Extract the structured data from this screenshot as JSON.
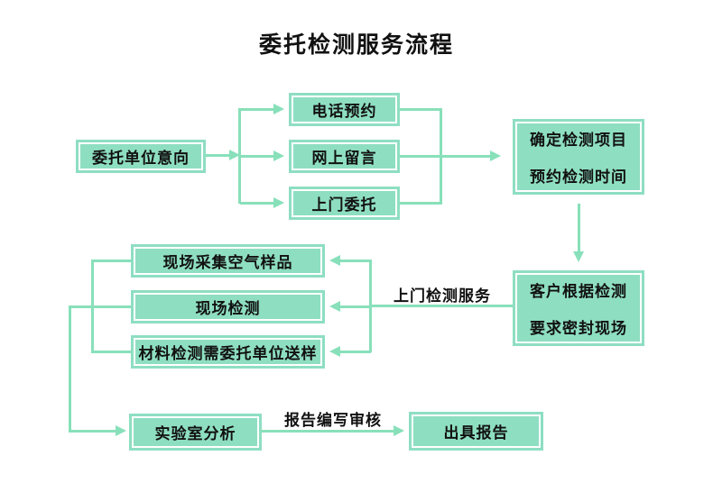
{
  "title": "委托检测服务流程",
  "colors": {
    "node_fill": "#8edec2",
    "node_inner_border": "#ffffff",
    "connector": "#88e0ba",
    "text": "#111111",
    "background": "#ffffff"
  },
  "nodes": {
    "intent": {
      "label": "委托单位意向"
    },
    "phone": {
      "label": "电话预约"
    },
    "online": {
      "label": "网上留言"
    },
    "visit": {
      "label": "上门委托"
    },
    "confirm": {
      "line1": "确定检测项目",
      "line2": "预约检测时间"
    },
    "seal": {
      "line1": "客户根据检测",
      "line2": "要求密封现场"
    },
    "air": {
      "label": "现场采集空气样品"
    },
    "onsite": {
      "label": "现场检测"
    },
    "material": {
      "label": "材料检测需委托单位送样"
    },
    "lab": {
      "label": "实验室分析"
    },
    "report": {
      "label": "出具报告"
    }
  },
  "edge_labels": {
    "door_service": "上门检测服务",
    "report_review": "报告编写审核"
  }
}
